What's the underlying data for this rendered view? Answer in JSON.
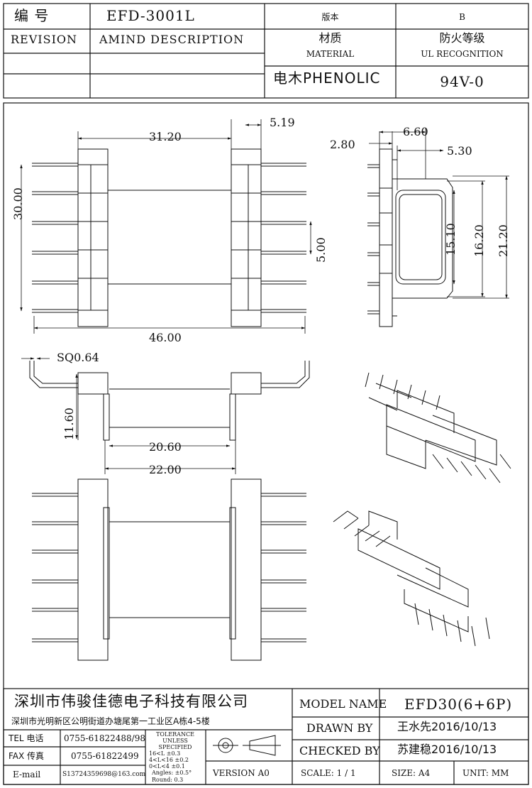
{
  "header": {
    "code_label": "编 号",
    "code_value": "EFD-3001L",
    "version_label": "版本",
    "version_value": "B",
    "revision_label": "REVISION",
    "amend_label": "AMIND DESCRIPTION",
    "material_cn": "材质",
    "material_en": "MATERIAL",
    "ul_cn": "防火等级",
    "ul_en": "UL RECOGNITION",
    "material_value": "电木PHENOLIC",
    "ul_value": "94V-0"
  },
  "dimensions": {
    "A": "30.00",
    "B": "31.20",
    "C": "5.19",
    "D": "5.00",
    "E": "2.80",
    "F": "6.60",
    "G": "5.30",
    "H": "15.10",
    "I": "16.20",
    "J": "21.20",
    "K": "46.00",
    "L": "SQ0.64",
    "M": "11.60",
    "N": "20.60",
    "O": "22.00"
  },
  "title_block": {
    "company": "深圳市伟骏佳德电子科技有限公司",
    "address": "深圳市光明新区公明街道办塘尾第一工业区A栋4-5楼",
    "tel_label": "TEL 电话",
    "tel_value": "0755-61822488/98",
    "fax_label": "FAX 传真",
    "fax_value": "0755-61822499",
    "email_label": "E-mail",
    "email_value": "S13724359698@163.com",
    "tolerance_title": "TOLERANCE UNLESS SPECIFIED",
    "tol_1": "16<L        ±0.3",
    "tol_2": "4<L<16      ±0.2",
    "tol_3": "0<L<4       ±0.1",
    "tol_4": "Angles: ±0.5°",
    "tol_5": "Round: 0.3",
    "version": "VERSION A0",
    "model_label": "MODEL NAME",
    "model_value": "EFD30(6+6P)",
    "drawn_label": "DRAWN BY",
    "drawn_value": "王水先2016/10/13",
    "checked_label": "CHECKED BY",
    "checked_value": "苏建稳2016/10/13",
    "scale": "SCALE: 1 / 1",
    "size": "SIZE: A4",
    "unit": "UNIT: MM"
  }
}
